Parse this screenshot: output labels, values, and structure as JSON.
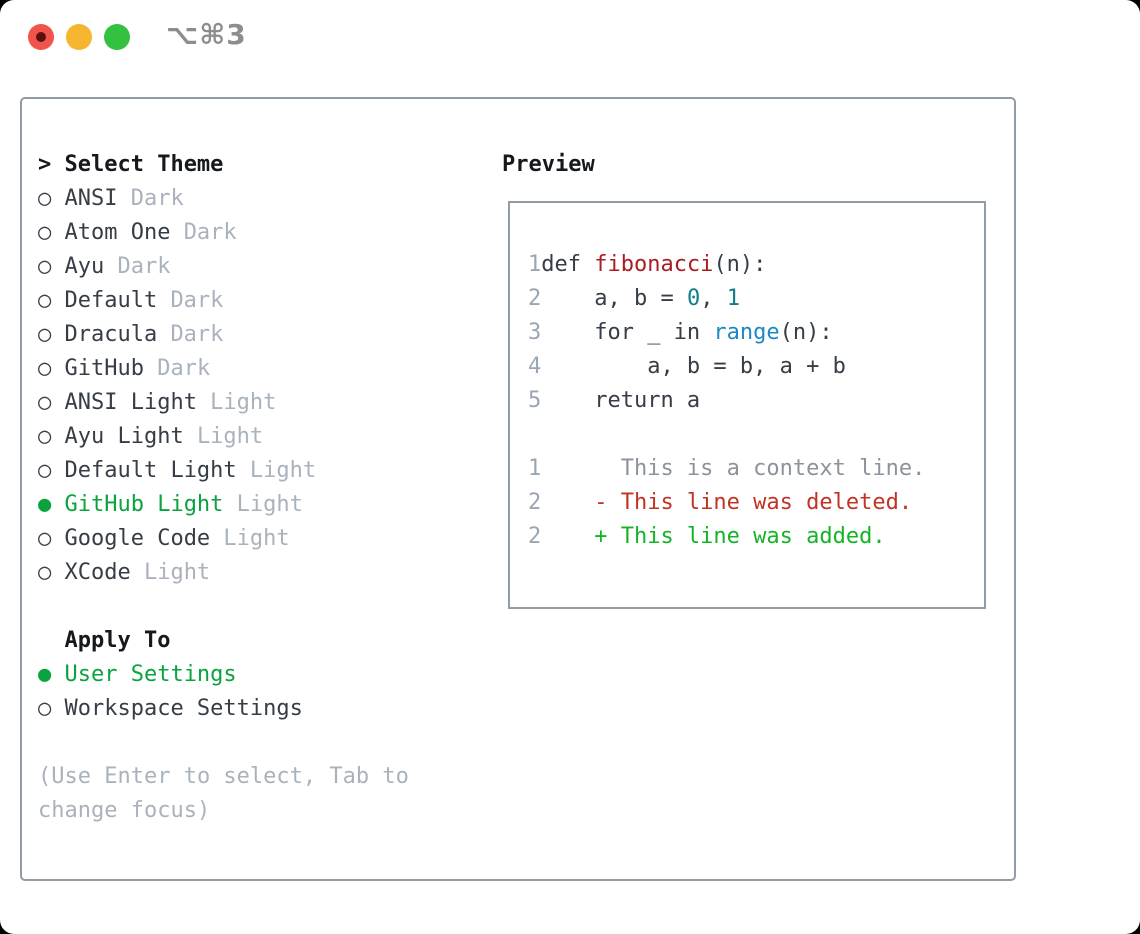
{
  "window": {
    "shortcut": "⌥⌘3"
  },
  "theme_picker": {
    "prompt": ">",
    "title": "Select Theme",
    "markers": {
      "selected": "●",
      "unselected": "○"
    },
    "items": [
      {
        "name": "ANSI",
        "variant": "Dark",
        "selected": false
      },
      {
        "name": "Atom One",
        "variant": "Dark",
        "selected": false
      },
      {
        "name": "Ayu",
        "variant": "Dark",
        "selected": false
      },
      {
        "name": "Default",
        "variant": "Dark",
        "selected": false
      },
      {
        "name": "Dracula",
        "variant": "Dark",
        "selected": false
      },
      {
        "name": "GitHub",
        "variant": "Dark",
        "selected": false
      },
      {
        "name": "ANSI Light",
        "variant": "Light",
        "selected": false
      },
      {
        "name": "Ayu Light",
        "variant": "Light",
        "selected": false
      },
      {
        "name": "Default Light",
        "variant": "Light",
        "selected": false
      },
      {
        "name": "GitHub Light",
        "variant": "Light",
        "selected": true
      },
      {
        "name": "Google Code",
        "variant": "Light",
        "selected": false
      },
      {
        "name": "XCode",
        "variant": "Light",
        "selected": false
      }
    ],
    "apply_to": {
      "title": "Apply To",
      "options": [
        {
          "name": "User Settings",
          "selected": true
        },
        {
          "name": "Workspace Settings",
          "selected": false
        }
      ]
    },
    "hint_lines": [
      "(Use Enter to select, Tab to",
      "change focus)"
    ]
  },
  "preview": {
    "title": "Preview",
    "lines": [
      {
        "num": "1",
        "segs": [
          {
            "t": "def ",
            "c": "text-dark"
          },
          {
            "t": "fibonacci",
            "c": "syntax-func"
          },
          {
            "t": "(n):",
            "c": "text-dark"
          }
        ]
      },
      {
        "num": "2",
        "segs": [
          {
            "t": "    a, b = ",
            "c": "text-dark"
          },
          {
            "t": "0",
            "c": "syntax-number"
          },
          {
            "t": ", ",
            "c": "text-dark"
          },
          {
            "t": "1",
            "c": "syntax-number"
          }
        ]
      },
      {
        "num": "3",
        "segs": [
          {
            "t": "    for _ in ",
            "c": "text-dark"
          },
          {
            "t": "range",
            "c": "syntax-builtin"
          },
          {
            "t": "(n):",
            "c": "text-dark"
          }
        ]
      },
      {
        "num": "4",
        "segs": [
          {
            "t": "        a, b = b, a + b",
            "c": "text-dark"
          }
        ]
      },
      {
        "num": "5",
        "segs": [
          {
            "t": "    return a",
            "c": "text-dark"
          }
        ]
      },
      {
        "num": "",
        "segs": []
      },
      {
        "num": "1",
        "segs": [
          {
            "t": "      This is a context line.",
            "c": "diff-context"
          }
        ]
      },
      {
        "num": "2",
        "segs": [
          {
            "t": "    - This line was deleted.",
            "c": "diff-deleted"
          }
        ]
      },
      {
        "num": "2",
        "segs": [
          {
            "t": "    + This line was added.",
            "c": "diff-added"
          }
        ]
      }
    ]
  },
  "colors": {
    "header-text": "#15181c",
    "text-dark": "#363d46",
    "text-dim": "#a9b2bd",
    "accent-green": "#0aa33e",
    "line-number": "#9aa6b4",
    "syntax-func": "#a91e22",
    "syntax-number": "#0e7e8b",
    "syntax-builtin": "#1e88c5",
    "diff-context": "#8c939b",
    "diff-deleted": "#c13425",
    "diff-added": "#15b427",
    "panel-border": "#919ca8",
    "titlebar-text": "#8d8d8d",
    "traffic-red": "#f0544c",
    "traffic-red-dot": "#5c100e",
    "traffic-yellow": "#f6b52e",
    "traffic-green": "#33c13f"
  }
}
